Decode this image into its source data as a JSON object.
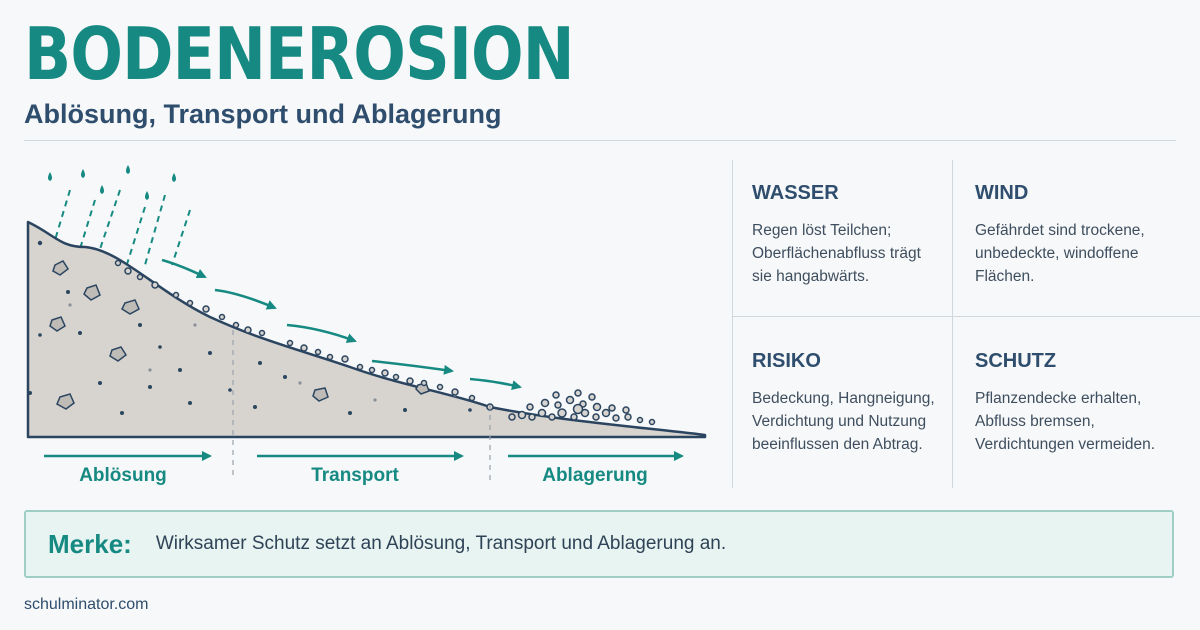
{
  "header": {
    "title": "BODENEROSION",
    "subtitle": "Ablösung, Transport und Ablagerung"
  },
  "diagram": {
    "phases": [
      "Ablösung",
      "Transport",
      "Ablagerung"
    ]
  },
  "cards": [
    {
      "title": "WASSER",
      "text": "Regen löst Teilchen;\nOberflächenabfluss trägt\nsie hangabwärts."
    },
    {
      "title": "WIND",
      "text": "Gefährdet sind trockene,\nunbedeckte, windoffene\nFlächen."
    },
    {
      "title": "RISIKO",
      "text": "Bedeckung, Hangneigung,\nVerdichtung und Nutzung\nbeeinflussen den Abtrag."
    },
    {
      "title": "SCHUTZ",
      "text": "Pflanzendecke erhalten,\nAbfluss bremsen,\nVerdichtungen vermeiden."
    }
  ],
  "note": {
    "label": "Merke:",
    "text": "Wirksamer Schutz setzt an Ablösung, Transport und Ablagerung an."
  },
  "footer": {
    "text": "schulminator.com"
  },
  "colors": {
    "accent": "#168a82",
    "heading": "#2f4d6d",
    "soil": "#d7d3ce",
    "outline": "#2b4560"
  }
}
